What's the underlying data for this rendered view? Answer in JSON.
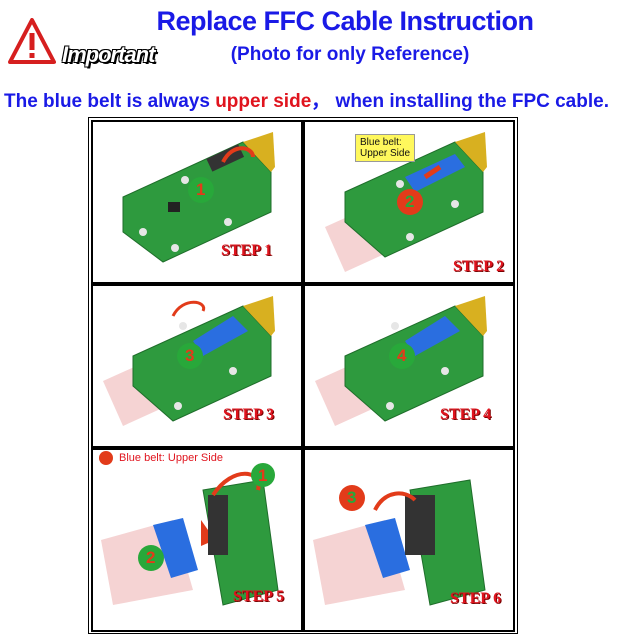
{
  "header": {
    "title": "Replace FFC Cable Instruction",
    "subtitle": "(Photo for only Reference)",
    "important_label": "Important"
  },
  "note": {
    "part1": "The blue belt is always ",
    "highlight": "upper side",
    "part2": "，   when installing the FPC cable."
  },
  "steps": [
    {
      "label": "STEP 1",
      "number": "1"
    },
    {
      "label": "STEP 2",
      "number": "2",
      "callout": "Blue belt:\nUpper Side"
    },
    {
      "label": "STEP 3",
      "number": "3"
    },
    {
      "label": "STEP 4",
      "number": "4"
    },
    {
      "label": "STEP 5",
      "numbers": [
        "1",
        "2"
      ],
      "callout": "Blue belt: Upper Side"
    },
    {
      "label": "STEP 6",
      "number": "3"
    }
  ],
  "colors": {
    "title_blue": "#1a1ae6",
    "highlight_red": "#e0141e",
    "pcb_green": "#2e9a3e",
    "circle_red": "#e23b1a",
    "circle_green": "#28a83a",
    "cable_pink": "#f5d3d3",
    "cable_blue": "#2a6ee0",
    "callout_yellow": "#fff85c"
  }
}
